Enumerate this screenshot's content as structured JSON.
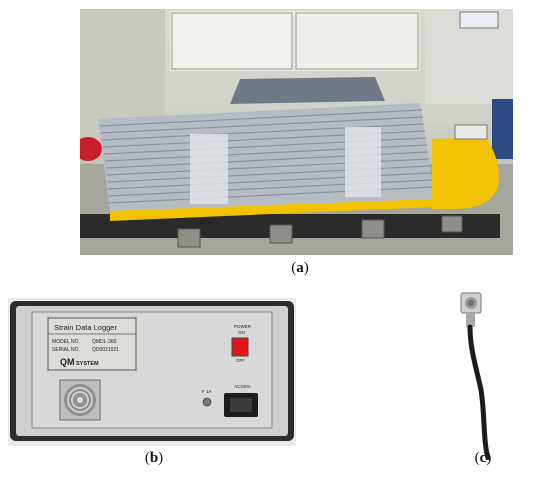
{
  "figure": {
    "panels": [
      {
        "id": "a",
        "caption_open": "(",
        "caption_letter": "a",
        "caption_close": ")"
      },
      {
        "id": "b",
        "caption_open": "(",
        "caption_letter": "b",
        "caption_close": ")"
      },
      {
        "id": "c",
        "caption_open": "(",
        "caption_letter": "c",
        "caption_close": ")"
      }
    ]
  },
  "logger": {
    "title": "Strain Data Logger",
    "model_label": "MODEL NO.",
    "model_value": "QMDL-360",
    "serial_label": "SERIAL NO.",
    "serial_value": "QD0021021",
    "brand": "QM",
    "brand_suffix": "SYSTEM",
    "power_label": "POWER",
    "power_on": "ON",
    "power_off": "OFF",
    "fuse_label": "F 1A",
    "ac_label": "AC220V"
  },
  "colors": {
    "rig_yellow": "#f2c200",
    "power_red": "#e0161b",
    "logger_frame": "#2b2d30"
  }
}
